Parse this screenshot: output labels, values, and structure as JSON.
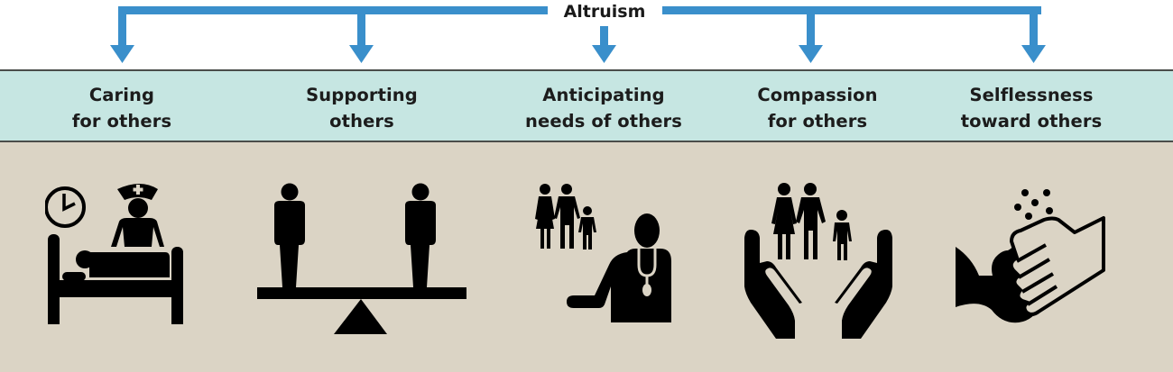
{
  "title": "Altruism",
  "colors": {
    "arrow": "#3a8fcb",
    "band": "#c6e6e2",
    "band_border": "#4a4d4a",
    "bottom": "#dbd4c5",
    "icon": "#000000",
    "text": "#1c1c1c"
  },
  "categories": [
    {
      "line1": "Caring",
      "line2": "for others",
      "icon": "nurse-patient-bed-icon"
    },
    {
      "line1": "Supporting",
      "line2": "others",
      "icon": "balance-seesaw-people-icon"
    },
    {
      "line1": "Anticipating",
      "line2": "needs of others",
      "icon": "doctor-family-icon"
    },
    {
      "line1": "Compassion",
      "line2": "for others",
      "icon": "hands-holding-family-icon"
    },
    {
      "line1": "Selflessness",
      "line2": "toward others",
      "icon": "hands-washing-icon"
    }
  ]
}
